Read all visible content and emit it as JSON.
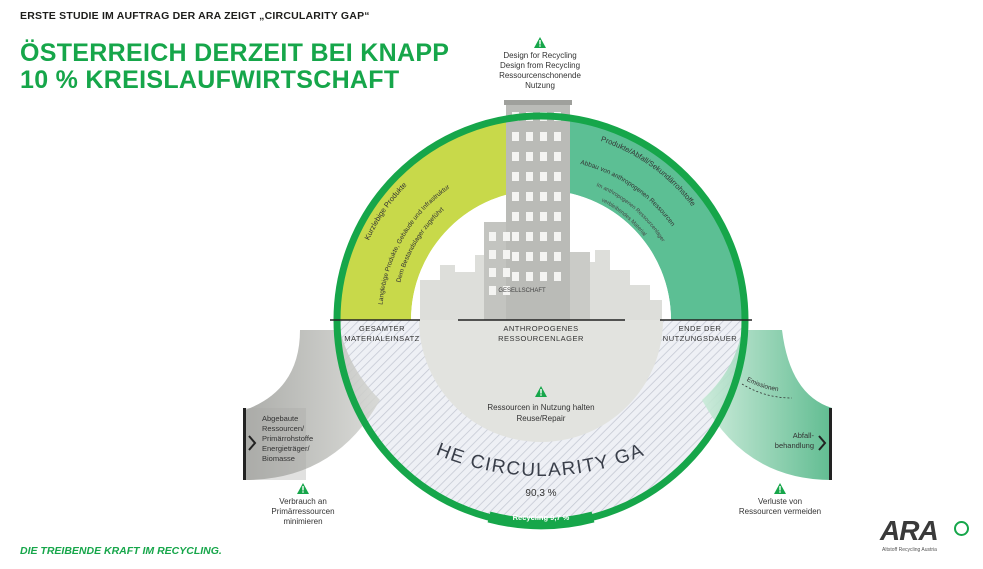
{
  "kicker": "ERSTE STUDIE IM AUFTRAG DER ARA ZEIGT „CIRCULARITY GAP“",
  "headline": [
    "ÖSTERREICH DERZEIT BEI KNAPP",
    "10 % KREISLAUFWIRTSCHAFT"
  ],
  "top_note": [
    "Design for Recycling",
    "Design from Recycling",
    "Ressourcenschonende",
    "Nutzung"
  ],
  "left_arc": {
    "outer": "Kurzlebige Produkte",
    "inner1": "Langlebige Produkte, Gebäude und Infrastruktur",
    "inner2": "Dem Bestandslager zugeführt"
  },
  "right_arc": {
    "outer": "Produkte/Abfall/Sekundärrohstoffe",
    "inner1": "Abbau von anthropogenen Ressourcen",
    "inner2": "Im anthropogenen Ressourcenlager",
    "inner3": "verbleibendes Material"
  },
  "society_label": "GESELLSCHAFT",
  "left_label": [
    "GESAMTER",
    "MATERIALEINSATZ"
  ],
  "center_label": [
    "ANTHROPOGENES",
    "RESSOURCENLAGER"
  ],
  "right_label": [
    "ENDE DER",
    "NUTZUNGSDAUER"
  ],
  "inner_note": [
    "Ressourcen in Nutzung halten",
    "Reuse/Repair"
  ],
  "gap_title": "THE CIRCULARITY GAP",
  "gap_value": "90,3 %",
  "recycling_label": "Recycling 9,7 %",
  "input_box": [
    "Abgebaute",
    "Ressourcen/",
    "Primärrohstoffe",
    "Energieträger/",
    "Biomasse"
  ],
  "output_box": [
    "Abfall-",
    "behandlung"
  ],
  "output_arrow_label": "Emissionen",
  "left_note": [
    "Verbrauch an",
    "Primärressourcen",
    "minimieren"
  ],
  "right_note": [
    "Verluste von",
    "Ressourcen vermeiden"
  ],
  "footer": "DIE TREIBENDE KRAFT IM RECYCLING.",
  "logo": {
    "word": "ARA",
    "sub": "Altstoff Recycling Austria"
  },
  "colors": {
    "green": "#16a64a",
    "lime": "#c8d94a",
    "teal": "#5cbf94",
    "gray": "#b9bab6"
  }
}
